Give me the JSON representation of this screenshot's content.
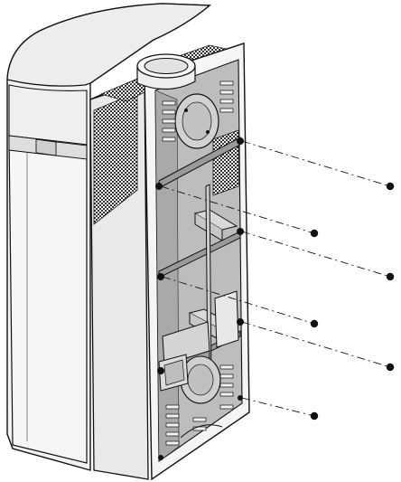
{
  "diagram": {
    "subject": "pellet-stove-rear-view",
    "colors": {
      "outline": "#111111",
      "body": "#f4f4f4",
      "side_shade": "#e6e6e6",
      "cavity": "#b9b9b9",
      "cavity_dark": "#8f8f8f",
      "mesh": "#3a3a3a",
      "leader": "#111111"
    },
    "callouts": [
      {
        "id": "1",
        "label": ""
      },
      {
        "id": "2",
        "label": ""
      },
      {
        "id": "3",
        "label": ""
      },
      {
        "id": "4",
        "label": ""
      },
      {
        "id": "5",
        "label": ""
      },
      {
        "id": "6",
        "label": ""
      }
    ]
  }
}
